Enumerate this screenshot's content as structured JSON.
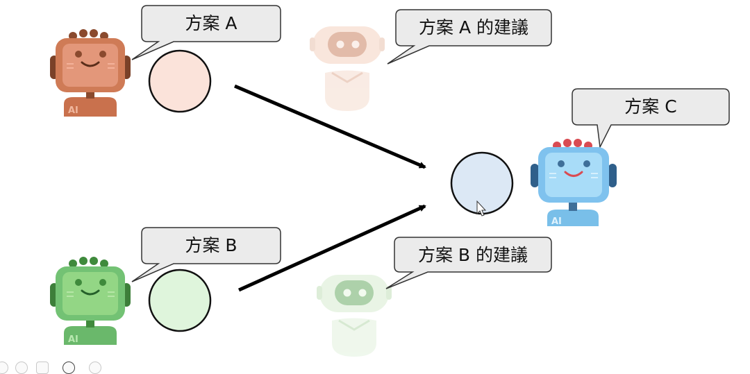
{
  "bubbles": {
    "plan_a": "方案 A",
    "plan_a_advice": "方案 A 的建議",
    "plan_b": "方案 B",
    "plan_b_advice": "方案 B 的建議",
    "plan_c": "方案 C"
  },
  "badges": {
    "robot_orange": "AI",
    "robot_green": "AI",
    "robot_blue": "AI"
  },
  "colors": {
    "orange_robot": "#d4805a",
    "orange_screen": "#e3977a",
    "orange_circle": "#fbe3da",
    "green_robot": "#73c274",
    "green_screen": "#93d685",
    "green_circle": "#dff5dc",
    "blue_robot": "#7fc2ee",
    "blue_screen": "#a8dcf8",
    "blue_circle": "#dce8f5",
    "bubble_fill": "#ebebeb",
    "arrow": "#000000"
  },
  "icons": {
    "cursor": "mouse-pointer-icon",
    "player_controls": [
      "prev-icon",
      "pen-icon",
      "slides-icon",
      "zoom-icon",
      "more-icon"
    ]
  }
}
